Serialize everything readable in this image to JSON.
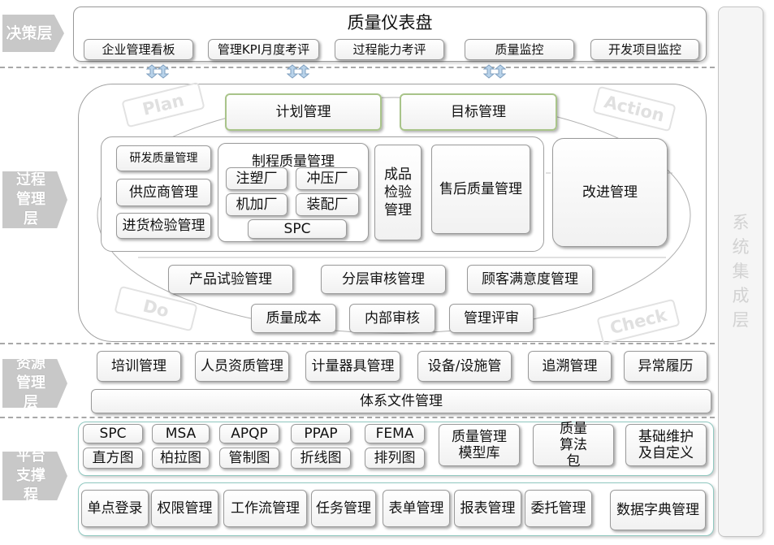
{
  "layers": {
    "decision": "决策层",
    "process": "过程管理层",
    "resource": "资源管理层",
    "platform": "平台支撑程"
  },
  "side_label": "系统集成层",
  "dashboard": {
    "title": "质量仪表盘",
    "items": [
      "企业管理看板",
      "管理KPI月度考评",
      "过程能力考评",
      "质量监控",
      "开发项目监控"
    ]
  },
  "pdca": {
    "plan": "Plan",
    "action": "Action",
    "do": "Do",
    "check": "Check"
  },
  "process": {
    "plan_mgmt": "计划管理",
    "goal_mgmt": "目标管理",
    "rd_quality": "研发质量管理",
    "supplier": "供应商管理",
    "incoming": "进货检验管理",
    "mfg_title": "制程质量管理",
    "injection": "注塑厂",
    "stamping": "冲压厂",
    "machining": "机加厂",
    "assembly": "装配厂",
    "spc": "SPC",
    "finished": "成品检验管理",
    "after_sales": "售后质量管理",
    "improve": "改进管理",
    "product_test": "产品试验管理",
    "layered_audit": "分层审核管理",
    "satisfaction": "顾客满意度管理",
    "quality_cost": "质量成本",
    "internal_audit": "内部审核",
    "mgmt_review": "管理评审"
  },
  "resource": {
    "items": [
      "培训管理",
      "人员资质管理",
      "计量器具管理",
      "设备/设施管",
      "追溯管理",
      "异常履历"
    ],
    "system_docs": "体系文件管理"
  },
  "platform_tools": {
    "top": [
      "SPC",
      "MSA",
      "APQP",
      "PPAP",
      "FEMA"
    ],
    "bottom": [
      "直方图",
      "柏拉图",
      "管制图",
      "折线图",
      "排列图"
    ],
    "model_lib": "质量管理模型库",
    "algo": "质量算法包",
    "custom": "基础维护及自定义"
  },
  "platform_base": [
    "单点登录",
    "权限管理",
    "工作流管理",
    "任务管理",
    "表单管理",
    "报表管理",
    "委托管理",
    "数据字典管理"
  ]
}
